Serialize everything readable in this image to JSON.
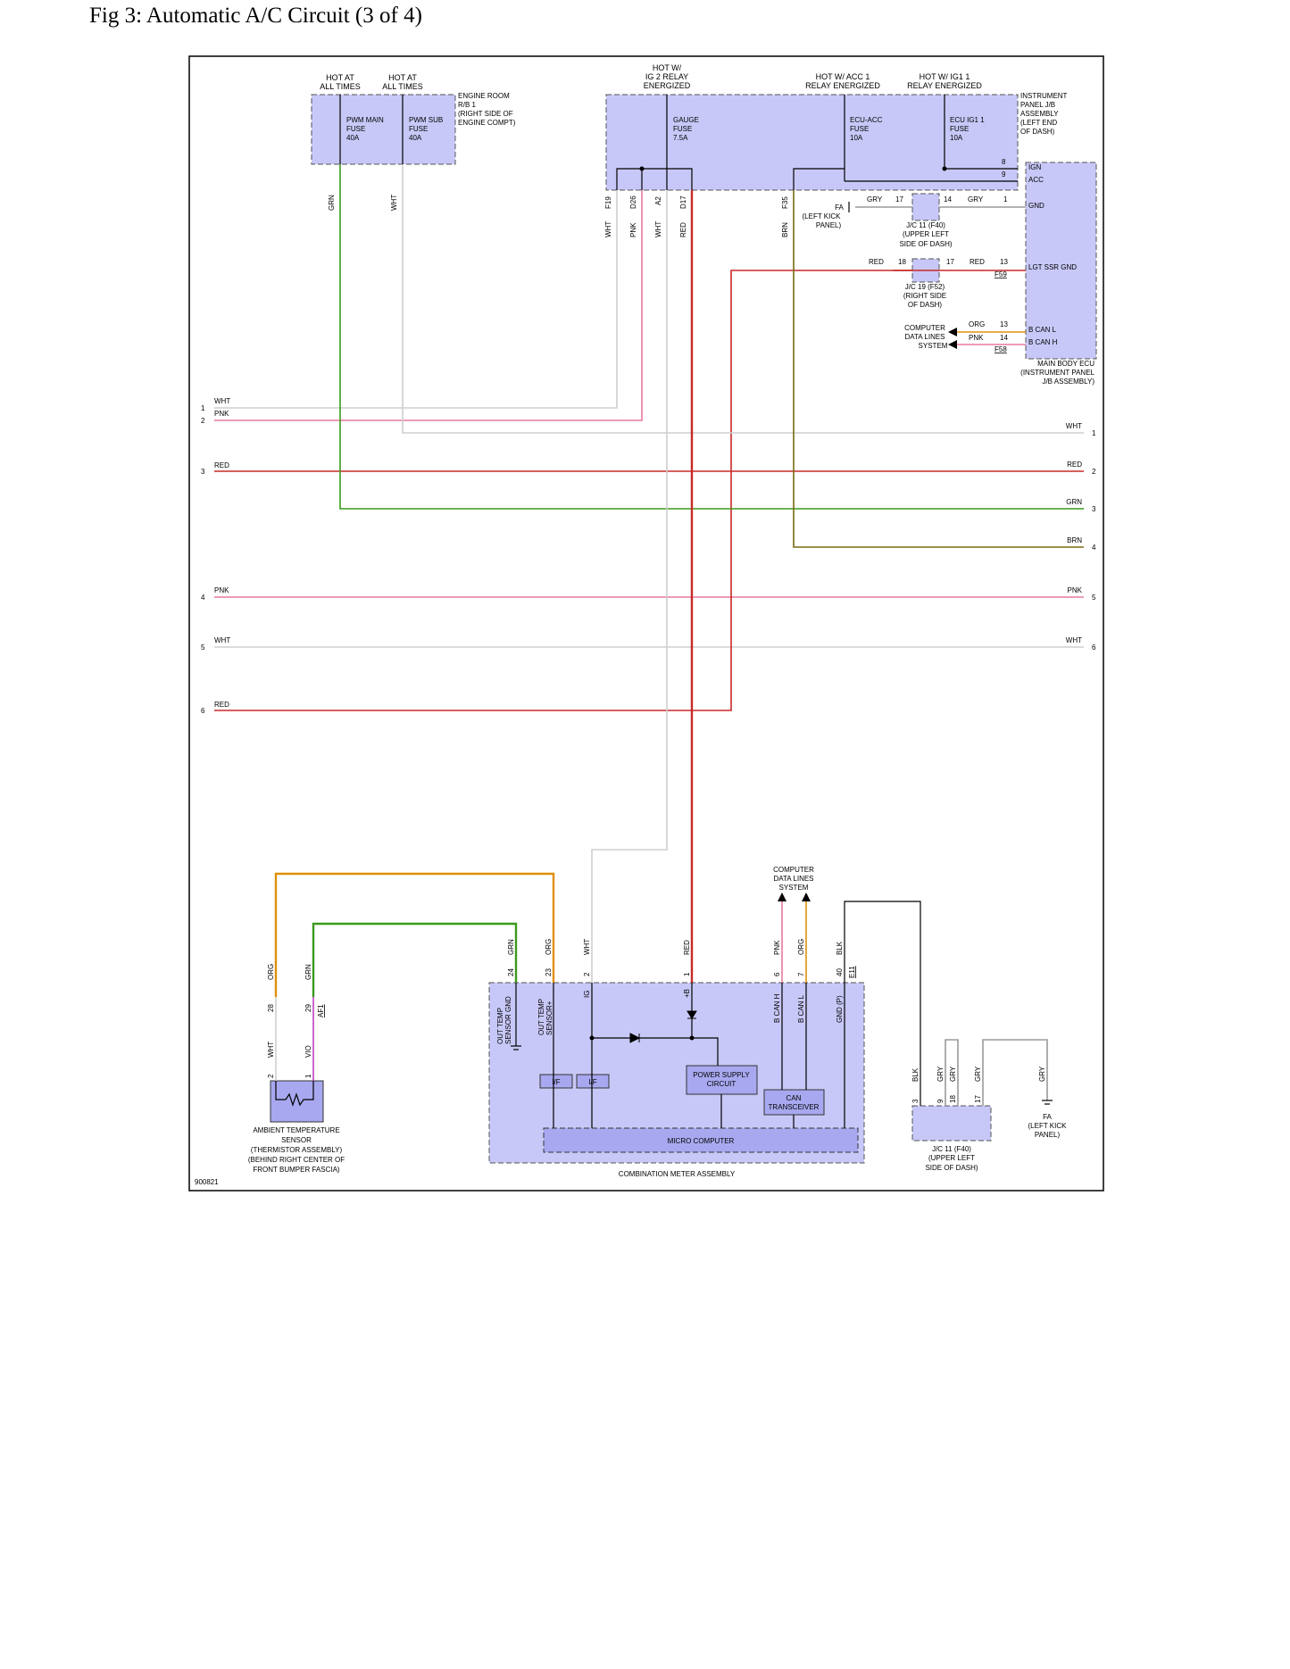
{
  "title": "Fig 3: Automatic A/C Circuit (3 of 4)",
  "diagram_id": "900821",
  "colors": {
    "GRN": "#3a9a1a",
    "WHT": "#cfcfcf",
    "RED": "#c82828",
    "PNK": "#e87a9a",
    "BRN": "#7a6a10",
    "ORG": "#e0900a",
    "GRY": "#9a9a9a",
    "VIO": "#c040c0",
    "BLK": "#000000",
    "box_fill": "#c8c8f8"
  },
  "top": {
    "hot_at_all_times_1": [
      "HOT AT",
      "ALL TIMES"
    ],
    "hot_at_all_times_2": [
      "HOT AT",
      "ALL TIMES"
    ],
    "hot_ig2": [
      "HOT W/",
      "IG 2 RELAY",
      "ENERGIZED"
    ],
    "hot_acc1": [
      "HOT W/ ACC 1",
      "RELAY ENERGIZED"
    ],
    "hot_ig1": [
      "HOT W/ IG1 1",
      "RELAY ENERGIZED"
    ],
    "engine_room_rb": [
      "ENGINE ROOM",
      "R/B 1",
      "(RIGHT SIDE OF",
      "ENGINE COMPT)"
    ],
    "ip_jb": [
      "INSTRUMENT",
      "PANEL J/B",
      "ASSEMBLY",
      "(LEFT END",
      "OF DASH)"
    ],
    "fuse_pwm_main": [
      "PWM MAIN",
      "FUSE",
      "40A"
    ],
    "fuse_pwm_sub": [
      "PWM SUB",
      "FUSE",
      "40A"
    ],
    "fuse_gauge": [
      "GAUGE",
      "FUSE",
      "7.5A"
    ],
    "fuse_ecu_acc": [
      "ECU-ACC",
      "FUSE",
      "10A"
    ],
    "fuse_ecu_ig1": [
      "ECU IG1 1",
      "FUSE",
      "10A"
    ],
    "conn_f19": "F19",
    "conn_d26": "D26",
    "conn_a2": "A2",
    "conn_d17": "D17",
    "conn_f35": "F35",
    "wire_wht": "WHT",
    "wire_pnk": "PNK",
    "wire_red": "RED",
    "wire_brn": "BRN",
    "wire_grn": "GRN",
    "wire_gry": "GRY",
    "wire_org": "ORG"
  },
  "ecu": {
    "pin_8": "8",
    "pin_9": "9",
    "ign": "IGN",
    "acc": "ACC",
    "pin_1": "1",
    "gnd": "GND",
    "pin_13": "13",
    "lgt_ssr_gnd": "LGT SSR GND",
    "conn_f59": "F59",
    "can_pin_13": "13",
    "can_pin_14": "14",
    "b_can_l": "B CAN L",
    "b_can_h": "B CAN H",
    "conn_f58": "F58",
    "main_body_ecu": [
      "MAIN BODY ECU",
      "(INSTRUMENT PANEL",
      "J/B ASSEMBLY)"
    ]
  },
  "jc": {
    "fa_left": [
      "FA",
      "(LEFT KICK",
      "PANEL)"
    ],
    "jc11_pin_17": "17",
    "jc11_pin_14": "14",
    "jc11_label": [
      "J/C 11 (F40)",
      "(UPPER LEFT",
      "SIDE OF DASH)"
    ],
    "jc19_pin_18": "18",
    "jc19_pin_17": "17",
    "jc19_label": [
      "J/C 19 (F52)",
      "(RIGHT SIDE",
      "OF DASH)"
    ],
    "comp_data_lines": [
      "COMPUTER",
      "DATA LINES",
      "SYSTEM"
    ]
  },
  "left_refs": [
    {
      "num": "1",
      "color": "WHT"
    },
    {
      "num": "2",
      "color": "PNK"
    },
    {
      "num": "3",
      "color": "RED"
    },
    {
      "num": "4",
      "color": "PNK"
    },
    {
      "num": "5",
      "color": "WHT"
    },
    {
      "num": "6",
      "color": "RED"
    }
  ],
  "right_refs": [
    {
      "num": "1",
      "color": "WHT"
    },
    {
      "num": "2",
      "color": "RED"
    },
    {
      "num": "3",
      "color": "GRN"
    },
    {
      "num": "4",
      "color": "BRN"
    },
    {
      "num": "5",
      "color": "PNK"
    },
    {
      "num": "6",
      "color": "WHT"
    }
  ],
  "sensor": {
    "pin_28": "28",
    "pin_29": "29",
    "conn_af1": "AF1",
    "pin_2": "2",
    "pin_1": "1",
    "wire_org": "ORG",
    "wire_grn": "GRN",
    "wire_wht": "WHT",
    "wire_vio": "VIO",
    "label": [
      "AMBIENT TEMPERATURE",
      "SENSOR",
      "(THERMISTOR ASSEMBLY)",
      "(BEHIND RIGHT CENTER OF",
      "FRONT BUMPER FASCIA)"
    ]
  },
  "meter": {
    "pins": [
      "24",
      "23",
      "2",
      "1",
      "6",
      "7",
      "40"
    ],
    "wires": [
      "GRN",
      "ORG",
      "WHT",
      "RED",
      "PNK",
      "ORG",
      "BLK"
    ],
    "conn_e11": "E11",
    "term_out_gnd": [
      "OUT TEMP",
      "SENSOR GND"
    ],
    "term_out_plus": [
      "OUT TEMP",
      "SENSOR+"
    ],
    "term_ig": "IG",
    "term_b": "+B",
    "term_can_h": "B CAN H",
    "term_can_l": "B CAN L",
    "term_gnd_p": "GND (P)",
    "if1": "I/F",
    "if2": "I/F",
    "power_supply": [
      "POWER SUPPLY",
      "CIRCUIT"
    ],
    "can_transceiver": [
      "CAN",
      "TRANSCEIVER"
    ],
    "micro_computer": "MICRO COMPUTER",
    "label": "COMBINATION METER ASSEMBLY",
    "comp_data_lines": [
      "COMPUTER",
      "DATA LINES",
      "SYSTEM"
    ]
  },
  "bottom_jc": {
    "pins": [
      "3",
      "9",
      "18",
      "17"
    ],
    "wires": [
      "BLK",
      "GRY",
      "GRY",
      "GRY",
      "GRY"
    ],
    "label": [
      "J/C 11 (F40)",
      "(UPPER LEFT",
      "SIDE OF DASH)"
    ],
    "fa": [
      "FA",
      "(LEFT KICK",
      "PANEL)"
    ]
  }
}
